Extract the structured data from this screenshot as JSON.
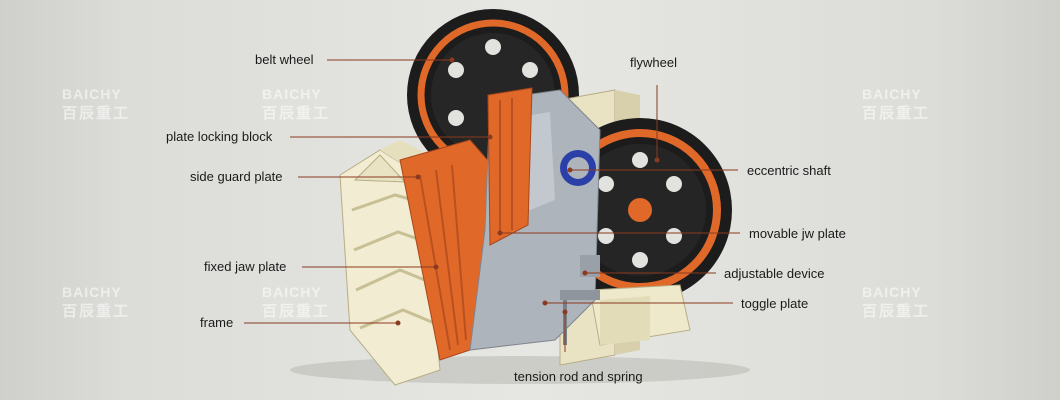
{
  "watermark": {
    "brand": "BAICHY",
    "brand_cn": "百辰重工"
  },
  "labels": {
    "belt_wheel": "belt wheel",
    "plate_locking_block": "plate locking block",
    "side_guard_plate": "side guard plate",
    "fixed_jaw_plate": "fixed jaw plate",
    "frame": "frame",
    "flywheel": "flywheel",
    "eccentric_shaft": "eccentric shaft",
    "movable_jaw_plate": "movable jw plate",
    "adjustable_device": "adjustable device",
    "toggle_plate": "toggle plate",
    "tension_rod_and_spring": "tension rod and spring"
  },
  "colors": {
    "background": "#e2e2de",
    "frame": "#f1ecd2",
    "jaw_orange": "#e0692a",
    "tire_black": "#1c1c1c",
    "steel": "#aeb4bc",
    "leader_line": "#8a3a1f"
  }
}
